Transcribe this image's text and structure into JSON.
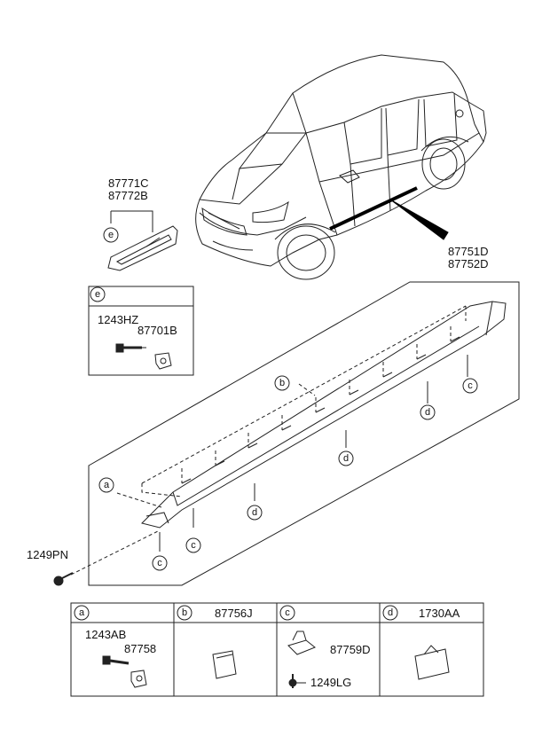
{
  "labels": {
    "garnish_upper": "87771C",
    "garnish_lower": "87772B",
    "molding_upper": "87751D",
    "molding_lower": "87752D",
    "bolt_e": "1243HZ",
    "nut_e": "87701B",
    "screw_main": "1249PN"
  },
  "callouts": {
    "e": "e",
    "a": "a",
    "b": "b",
    "c": "c",
    "d": "d"
  },
  "table": {
    "cells": [
      {
        "key": "a",
        "part": ""
      },
      {
        "key": "b",
        "part": "87756J"
      },
      {
        "key": "c",
        "part": ""
      },
      {
        "key": "d",
        "part": "1730AA"
      }
    ],
    "a_bolt": "1243AB",
    "a_nut": "87758",
    "c_clip": "87759D",
    "c_screw": "1249LG"
  }
}
